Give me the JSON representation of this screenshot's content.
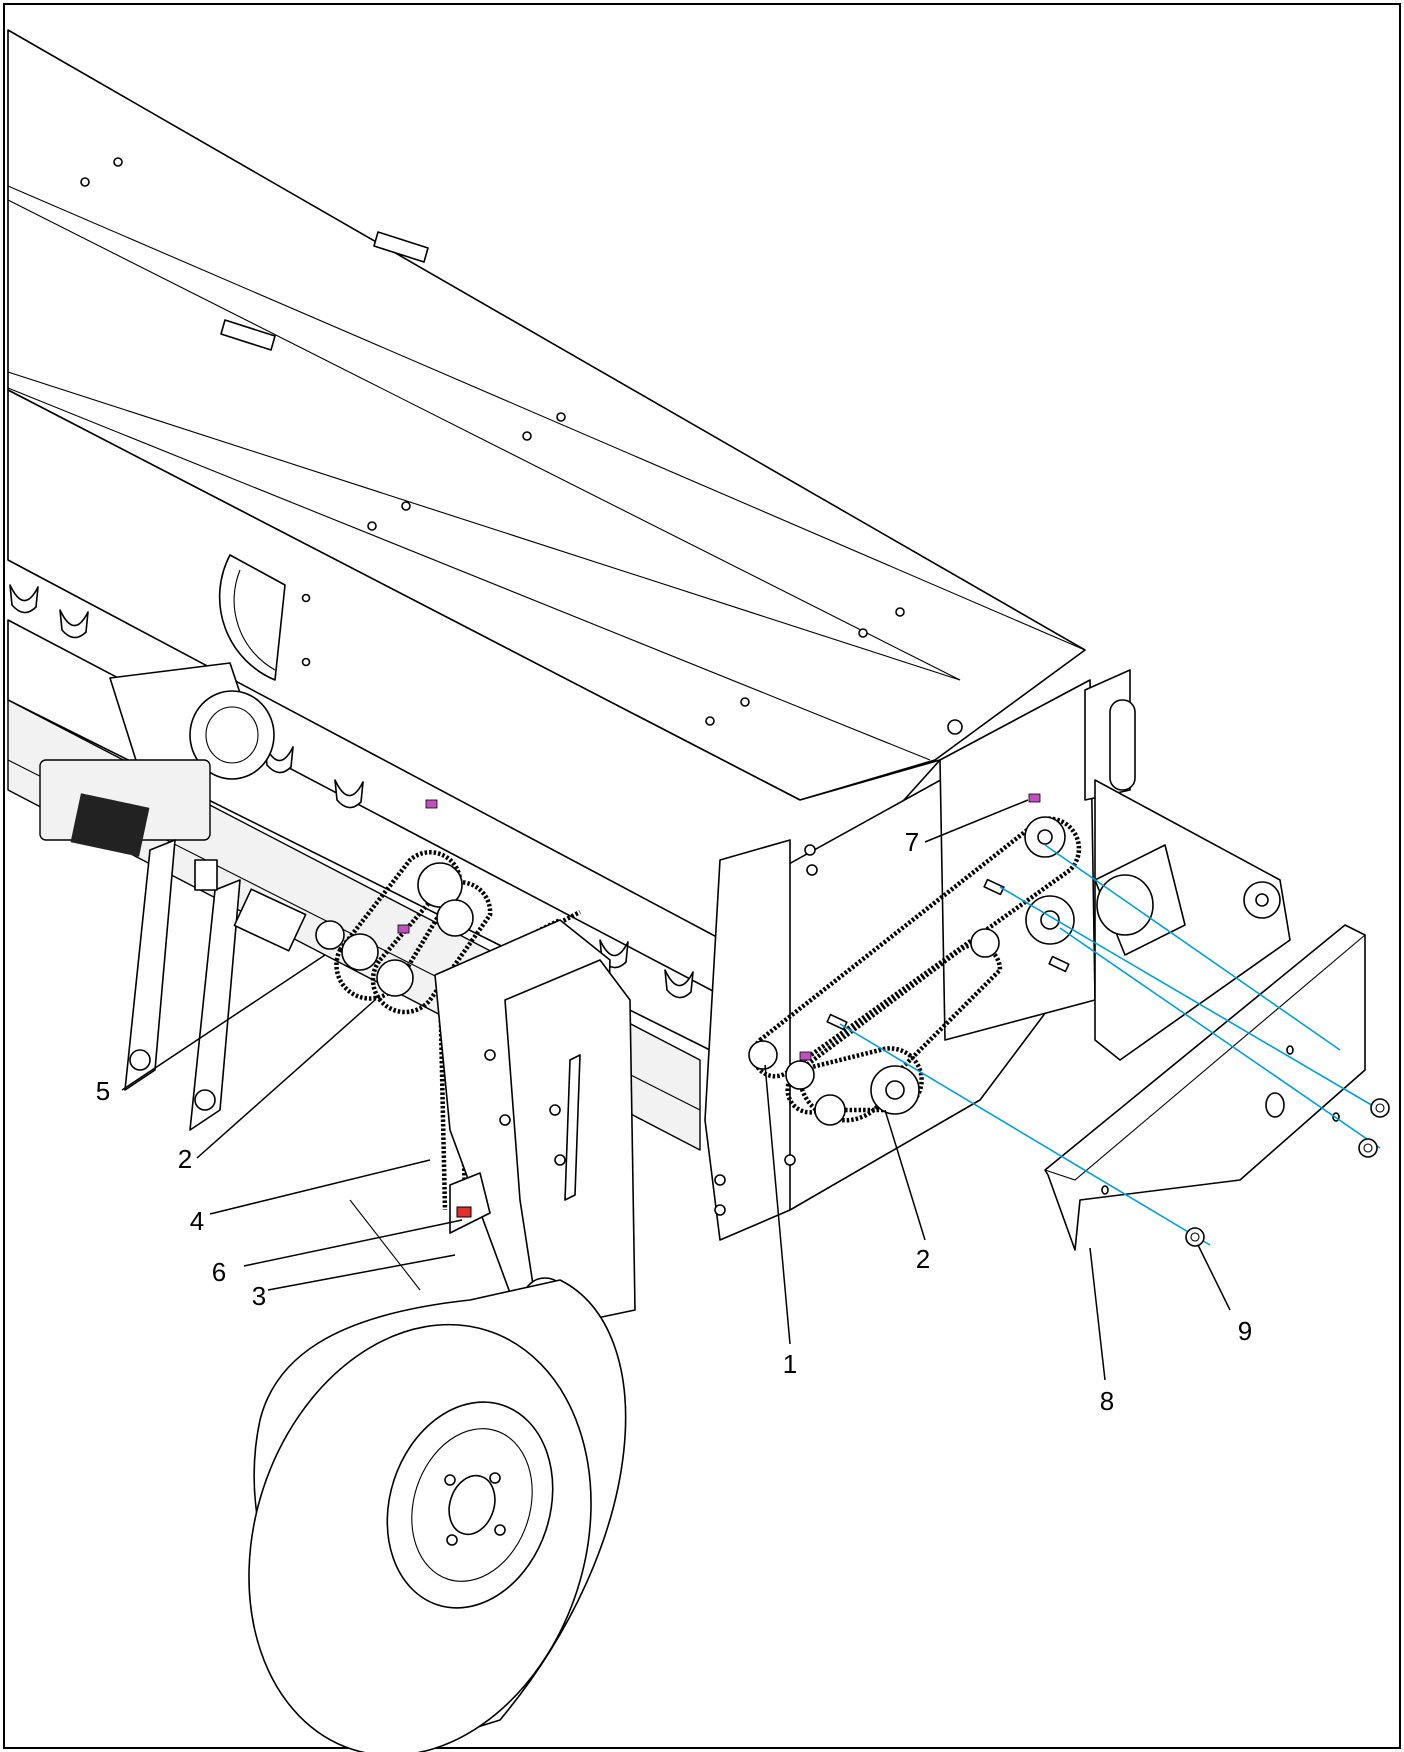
{
  "callouts": [
    {
      "id": "c1",
      "label": "1"
    },
    {
      "id": "c2a",
      "label": "2"
    },
    {
      "id": "c2b",
      "label": "2"
    },
    {
      "id": "c3",
      "label": "3"
    },
    {
      "id": "c4",
      "label": "4"
    },
    {
      "id": "c5",
      "label": "5"
    },
    {
      "id": "c6",
      "label": "6"
    },
    {
      "id": "c7",
      "label": "7"
    },
    {
      "id": "c8",
      "label": "8"
    },
    {
      "id": "c9",
      "label": "9"
    }
  ],
  "colors": {
    "line": "#000000",
    "assembly_path": "#00a0d6",
    "clip_marker": "#c050c0",
    "clip_marker_red": "#e03030"
  }
}
